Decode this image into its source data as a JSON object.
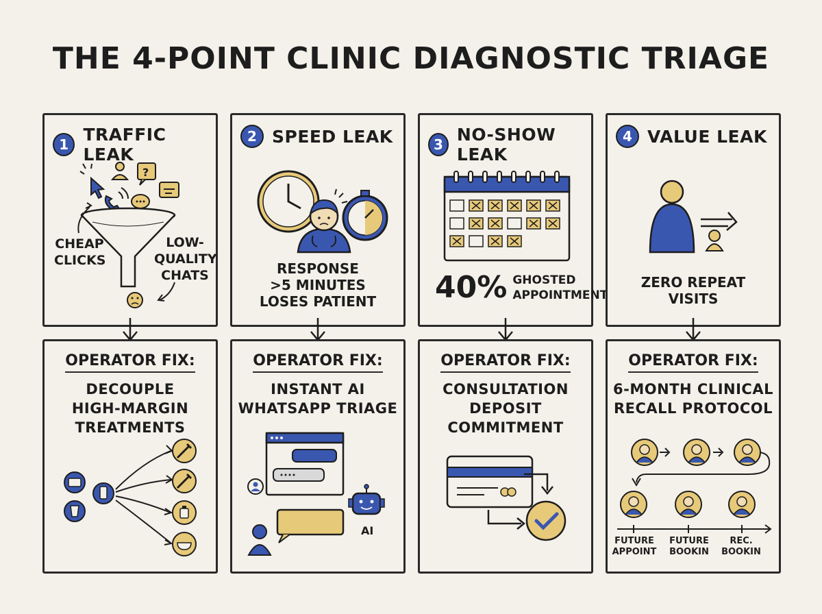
{
  "title": "THE 4-POINT CLINIC DIAGNOSTIC TRIAGE",
  "colors": {
    "blue": "#3a57b0",
    "gold": "#e7c97a",
    "ink": "#1d1d1d",
    "paper": "#f4f1ea"
  },
  "panels": [
    {
      "number": "1",
      "leak_title": "TRAFFIC LEAK",
      "labels": [
        "CHEAP\nCLICKS",
        "LOW-\nQUALITY\nCHATS"
      ],
      "fix_label": "OPERATOR FIX:",
      "fix_lines": [
        "DECOUPLE",
        "HIGH-MARGIN",
        "TREATMENTS"
      ]
    },
    {
      "number": "2",
      "leak_title": "SPEED LEAK",
      "caption_lines": [
        "RESPONSE",
        ">5 MINUTES",
        "LOSES PATIENT"
      ],
      "fix_label": "OPERATOR FIX:",
      "fix_lines": [
        "INSTANT AI",
        "WHATSAPP TRIAGE"
      ],
      "ai_label": "AI"
    },
    {
      "number": "3",
      "leak_title": "NO-SHOW LEAK",
      "stat_value": "40%",
      "stat_lines": [
        "GHOSTED",
        "APPOINTMENTS"
      ],
      "fix_label": "OPERATOR FIX:",
      "fix_lines": [
        "CONSULTATION",
        "DEPOSIT",
        "COMMITMENT"
      ]
    },
    {
      "number": "4",
      "leak_title": "VALUE LEAK",
      "caption_lines": [
        "ZERO REPEAT",
        "VISITS"
      ],
      "fix_label": "OPERATOR FIX:",
      "fix_lines": [
        "6-MONTH CLINICAL",
        "RECALL PROTOCOL"
      ],
      "timeline_labels": [
        {
          "l1": "FUTURE",
          "l2": "APPOINT"
        },
        {
          "l1": "FUTURE",
          "l2": "BOOKIN"
        },
        {
          "l1": "REC.",
          "l2": "BOOKIN"
        }
      ]
    }
  ]
}
